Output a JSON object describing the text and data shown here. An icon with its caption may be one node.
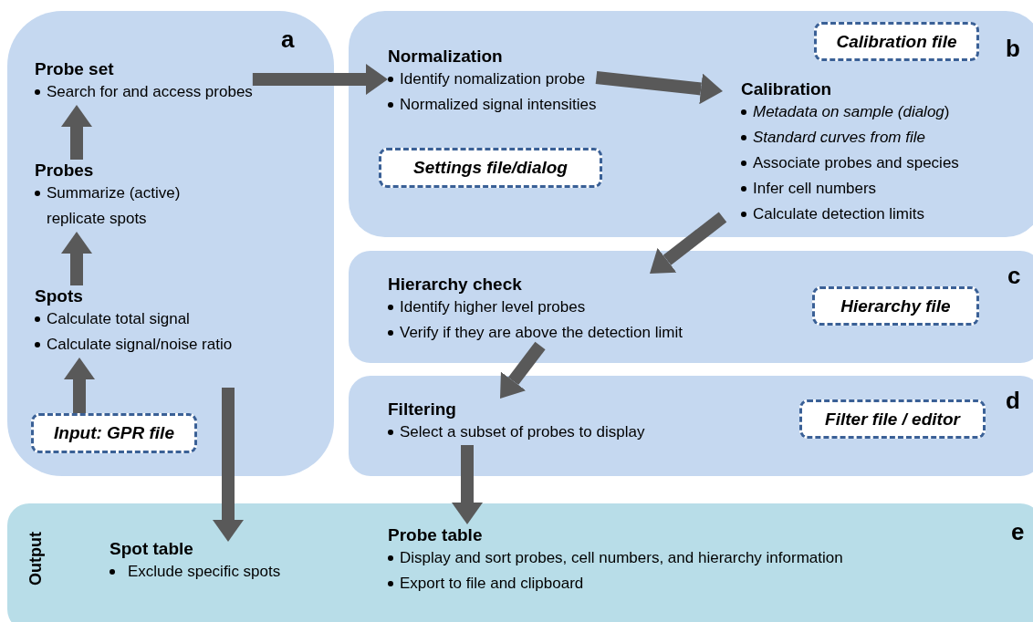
{
  "diagram": {
    "nodes": [
      {
        "text": [
          "a"
        ]
      },
      {
        "text": [
          "Probe set",
          "Search for and access probes"
        ],
        "in": 0
      },
      {
        "text": [
          "Probes",
          "Summarize (active) replicate spots"
        ],
        "in": 0
      },
      {
        "text": [
          "Spots",
          "Calculate total signal",
          "Calculate signal/noise ratio"
        ],
        "in": 0
      },
      {
        "text": [
          "Input: GPR file"
        ],
        "in": 0
      },
      {
        "text": [
          "b"
        ]
      },
      {
        "text": [
          "Normalization",
          "Identify nomalization probe",
          "Normalized signal intensities"
        ],
        "in": 5
      },
      {
        "text": [
          "Settings file/dialog"
        ],
        "in": 5
      },
      {
        "text": [
          "Calibration file"
        ],
        "in": 5
      },
      {
        "text": [
          "Calibration",
          "*Metadata on sample (dialog*)",
          "*Standard curves from file*",
          "Associate probes and species",
          "Infer cell numbers",
          "Calculate detection limits"
        ],
        "in": 5
      },
      {
        "text": [
          "c"
        ]
      },
      {
        "text": [
          "Hierarchy check",
          "Identify higher level probes",
          "Verify if they are above the detection limit"
        ],
        "in": 10
      },
      {
        "text": [
          "Hierarchy file"
        ],
        "in": 10
      },
      {
        "text": [
          "d"
        ]
      },
      {
        "text": [
          "Filtering",
          "Select a subset of probes to display"
        ],
        "in": 13
      },
      {
        "text": [
          "Filter file / editor"
        ],
        "in": 13
      },
      {
        "text": [
          "Output",
          "e"
        ]
      },
      {
        "text": [
          "Spot table",
          "Exclude specific spots"
        ],
        "in": 16
      },
      {
        "text": [
          "Probe table",
          "Display and sort probes, cell numbers, and hierarchy information",
          "Export to file and clipboard"
        ],
        "in": 16
      }
    ],
    "edges": [
      {
        "from": 4,
        "to": 3,
        "arrow": "to"
      },
      {
        "from": 3,
        "to": 2,
        "arrow": "to"
      },
      {
        "from": 2,
        "to": 1,
        "arrow": "to"
      },
      {
        "from": 1,
        "to": 6,
        "arrow": "to"
      },
      {
        "from": 6,
        "to": 9,
        "arrow": "to"
      },
      {
        "from": 9,
        "to": 11,
        "arrow": "to"
      },
      {
        "from": 11,
        "to": 14,
        "arrow": "to"
      },
      {
        "from": 14,
        "to": 18,
        "arrow": "to"
      },
      {
        "from": null,
        "to": 17,
        "arrow": "to"
      }
    ]
  }
}
